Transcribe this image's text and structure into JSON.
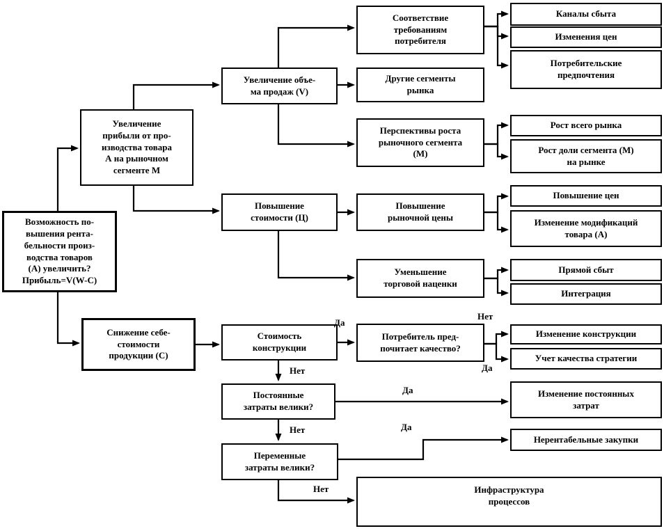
{
  "diagram": {
    "background": "#ffffff",
    "line_color": "#000000",
    "labels": {
      "yes": "Да",
      "no": "Нет"
    },
    "nodes": {
      "root": {
        "label": "Возможность по-\nвышения рента-\nбельности произ-\nводства товаров\n(А) увеличить?\nПрибыль=V(W-C)"
      },
      "profit_increase": {
        "label": "Увеличение\nприбыли от про-\nизводства товара\nА на рыночном\nсегменте М"
      },
      "sales_volume": {
        "label": "Увеличение объе-\nма продаж (V)"
      },
      "price_up": {
        "label": "Повышение\nстоимости (Ц)"
      },
      "cost_reduction": {
        "label": "Снижение себе-\nстоимости\nпродукции (С)"
      },
      "construction_cost": {
        "label": "Стоимость\nконструкции"
      },
      "fixed_costs": {
        "label": "Постоянные\nзатраты велики?"
      },
      "variable_costs": {
        "label": "Переменные\nзатраты велики?"
      },
      "conformity": {
        "label": "Соответствие\nтребованиям\nпотребителя"
      },
      "other_segments": {
        "label": "Другие сегменты\nрынка"
      },
      "growth_prospects": {
        "label": "Перспективы роста\nрыночного сегмента\n(М)"
      },
      "market_price": {
        "label": "Повышение\nрыночной цены"
      },
      "margin_reduction": {
        "label": "Уменьшение\nторговой наценки"
      },
      "consumer_quality": {
        "label": "Потребитель пред-\nпочитает качество?"
      },
      "sales_channels": {
        "label": "Каналы сбыта"
      },
      "price_changes": {
        "label": "Изменения цен"
      },
      "consumer_prefs": {
        "label": "Потребительские\nпредпочтения"
      },
      "market_growth": {
        "label": "Рост всего рынка"
      },
      "segment_share": {
        "label": "Рост доли сегмента (М)\nна рынке"
      },
      "price_increase": {
        "label": "Повышение цен"
      },
      "modifications": {
        "label": "Изменение модификаций\nтовара (А)"
      },
      "direct_sales": {
        "label": "Прямой сбыт"
      },
      "integration": {
        "label": "Интеграция"
      },
      "construction_change": {
        "label": "Изменение конструкции"
      },
      "quality_strategy": {
        "label": "Учет качества стратегии"
      },
      "fixed_change": {
        "label": "Изменение постоянных\nзатрат"
      },
      "unprofitable": {
        "label": "Нерентабельные закупки"
      },
      "infrastructure": {
        "label": "Инфраструктура\nпроцессов"
      }
    }
  }
}
